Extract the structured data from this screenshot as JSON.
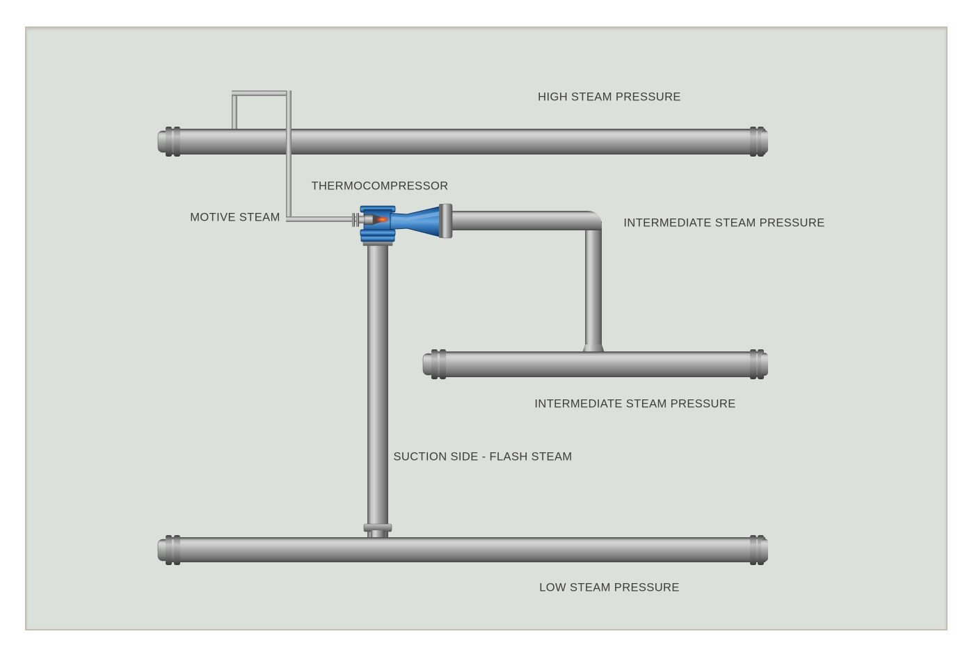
{
  "title": "Thermocompressor steam system diagram",
  "labels": {
    "high_pressure": "HIGH STEAM PRESSURE",
    "thermocompressor": "THERMOCOMPRESSOR",
    "motive_steam": "MOTIVE STEAM",
    "intermediate_upper": "INTERMEDIATE STEAM PRESSURE",
    "intermediate_lower": "INTERMEDIATE STEAM PRESSURE",
    "suction": "SUCTION SIDE - FLASH STEAM",
    "low_pressure": "LOW STEAM PRESSURE"
  },
  "colors": {
    "panel_background": "#dce0da",
    "panel_border": "#c6beb3",
    "label_text": "#3c3c3c",
    "pipe_gray_light": "#d4d4d4",
    "pipe_gray_dark": "#474747",
    "device_blue": "#2e6cae",
    "device_blue_dark": "#0f3c6b",
    "nozzle_glow_orange": "#e8541f"
  },
  "components": {
    "device": "steam jet thermocompressor (motive nozzle + diffuser)",
    "pipes": [
      "high pressure header",
      "motive steam line",
      "discharge line",
      "intermediate pressure header",
      "suction flash steam riser",
      "low pressure header"
    ]
  }
}
